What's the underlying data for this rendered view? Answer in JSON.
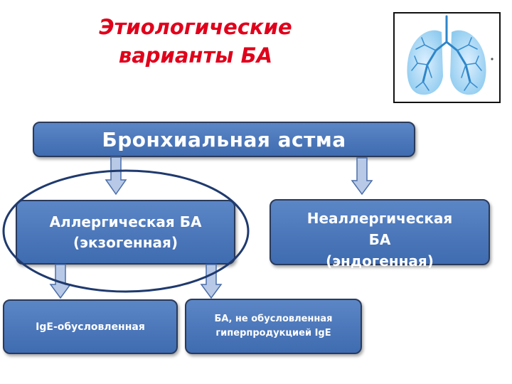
{
  "title": "Этиологические\nварианты БА",
  "nodes": {
    "root": "Бронхиальная астма",
    "allergic": "Аллергическая БА\n(экзогенная)",
    "nonallergic": "Неаллергическая\nБА\n(эндогенная)",
    "ige": "IgE-обусловленная",
    "not_ige": "БА, не обусловленная\nгиперпродукцией IgE"
  },
  "image": {
    "icon": "lungs-icon"
  },
  "colors": {
    "title": "#e0001b",
    "box_fill": "#4a78bd",
    "arrow_fill": "#b7c9e6",
    "ellipse": "#1f3a6e"
  }
}
